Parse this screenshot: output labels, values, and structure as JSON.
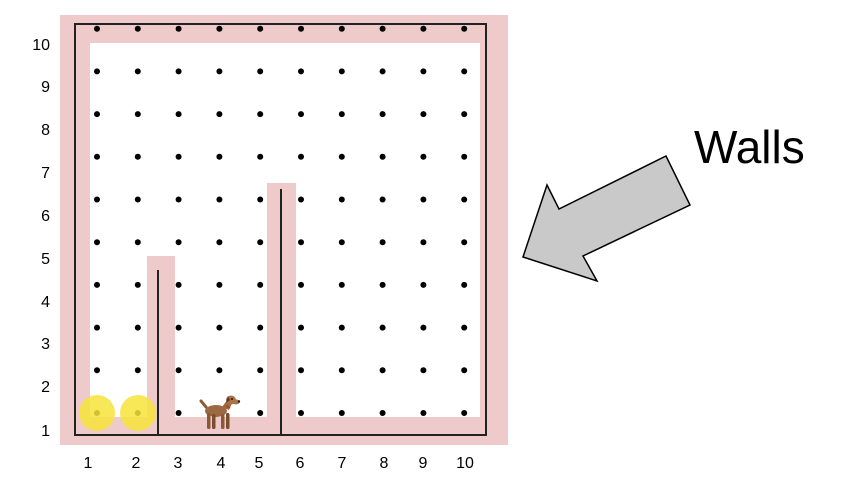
{
  "grid": {
    "x_ticks": [
      "1",
      "2",
      "3",
      "4",
      "5",
      "6",
      "7",
      "8",
      "9",
      "10"
    ],
    "y_ticks": [
      "1",
      "2",
      "3",
      "4",
      "5",
      "6",
      "7",
      "8",
      "9",
      "10"
    ]
  },
  "callout": {
    "label": "Walls"
  },
  "icons": {
    "robot": "dog-icon",
    "beepers": "beeper-ball-icon"
  },
  "colors": {
    "wall_highlight": "#efcaca",
    "wall_line": "#222222",
    "dot": "#000000",
    "beeper": "#f7e43a",
    "arrow_fill": "#c9c9c9",
    "arrow_stroke": "#000000"
  }
}
